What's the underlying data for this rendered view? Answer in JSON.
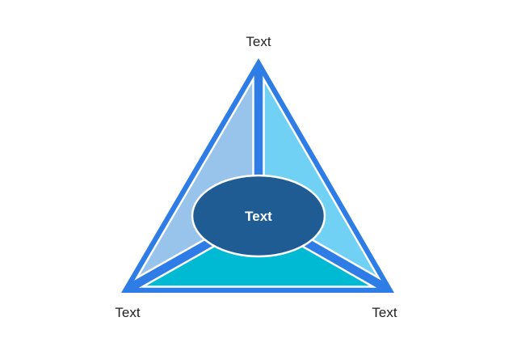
{
  "diagram": {
    "type": "segmented-pyramid",
    "labels": {
      "top": "Text",
      "bottom_left": "Text",
      "bottom_right": "Text",
      "center": "Text"
    },
    "colors": {
      "outline_blue": "#2E7CE6",
      "section_left": "#98C3EA",
      "section_right": "#70D1F4",
      "section_bottom": "#00B9D3",
      "center_ellipse": "#1F5C94",
      "section_stroke": "#FFFFFF",
      "label_text": "#1F1F1F",
      "center_text": "#FFFFFF"
    }
  }
}
